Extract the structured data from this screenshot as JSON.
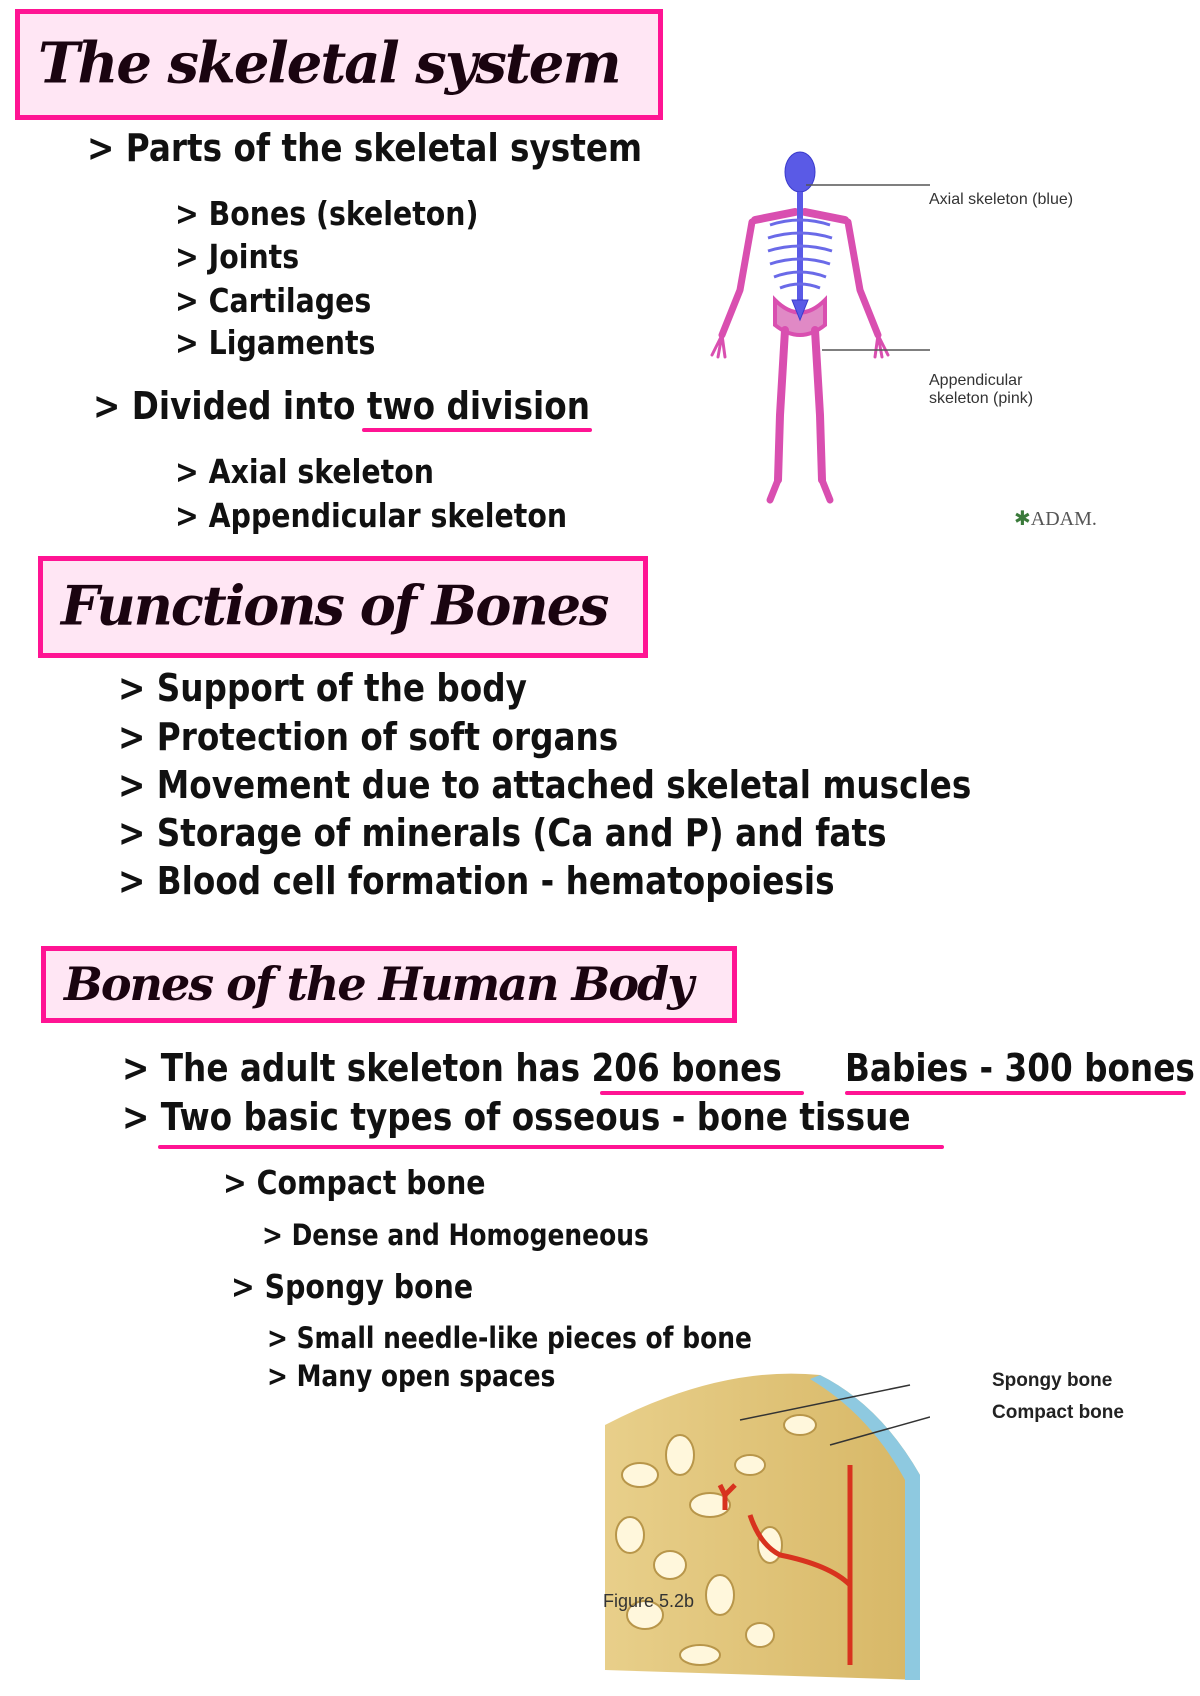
{
  "section1": {
    "title": "The skeletal system",
    "parts_heading": "> Parts of the skeletal system",
    "parts": [
      "> Bones (skeleton)",
      "> Joints",
      "> Cartilages",
      "> Ligaments"
    ],
    "divided_prefix": "> Divided into ",
    "divided_emph": "two division",
    "divisions": [
      "> Axial skeleton",
      "> Appendicular skeleton"
    ],
    "figure": {
      "axial_label": "Axial skeleton (blue)",
      "appendicular_label_1": "Appendicular",
      "appendicular_label_2": "skeleton (pink)",
      "credit": "ADAM."
    }
  },
  "section2": {
    "title": "Functions of Bones",
    "items": [
      "> Support of the body",
      "> Protection of soft organs",
      "> Movement due to attached skeletal muscles",
      "> Storage of minerals (Ca and P) and fats",
      "> Blood cell formation - hematopoiesis"
    ]
  },
  "section3": {
    "title": "Bones of the Human Body",
    "adult_prefix": "> The adult skeleton has ",
    "adult_emph": "206 bones",
    "babies": "Babies - 300 bones",
    "types_prefix": "> ",
    "types": "Two basic types of osseous - bone tissue",
    "compact": "> Compact bone",
    "compact_desc": "> Dense and Homogeneous",
    "spongy": "> Spongy bone",
    "spongy_desc": [
      "> Small needle-like pieces of bone",
      "> Many open spaces"
    ],
    "figure": {
      "spongy_label": "Spongy bone",
      "compact_label": "Compact bone",
      "caption": "Figure 5.2b"
    }
  },
  "colors": {
    "accent": "#ff1493",
    "box_fill": "#ffe6f4",
    "axial": "#5a5ae6",
    "appendicular": "#d94fb0"
  }
}
